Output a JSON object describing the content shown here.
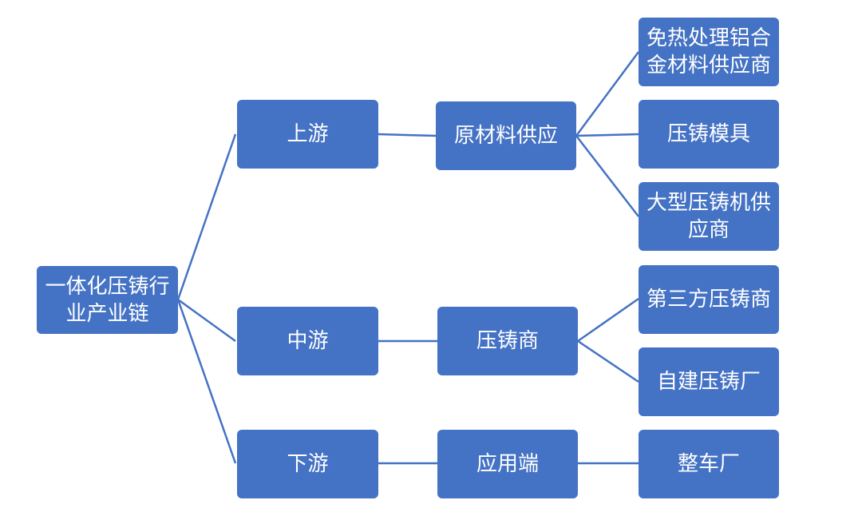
{
  "root": {
    "label": "一体化压铸行\n业产业链"
  },
  "level1": [
    {
      "key": "up",
      "label": "上游"
    },
    {
      "key": "mid",
      "label": "中游"
    },
    {
      "key": "down",
      "label": "下游"
    }
  ],
  "level2": [
    {
      "key": "raw",
      "label": "原材料供应"
    },
    {
      "key": "caster",
      "label": "压铸商"
    },
    {
      "key": "app",
      "label": "应用端"
    }
  ],
  "level3": [
    {
      "key": "alloy",
      "label": "免热处理铝合\n金材料供应商"
    },
    {
      "key": "mold",
      "label": "压铸模具"
    },
    {
      "key": "machine",
      "label": "大型压铸机供\n应商"
    },
    {
      "key": "third",
      "label": "第三方压铸商"
    },
    {
      "key": "self",
      "label": "自建压铸厂"
    },
    {
      "key": "oem",
      "label": "整车厂"
    }
  ],
  "colors": {
    "node_fill": "#4472C4",
    "connector": "#4472C4"
  }
}
